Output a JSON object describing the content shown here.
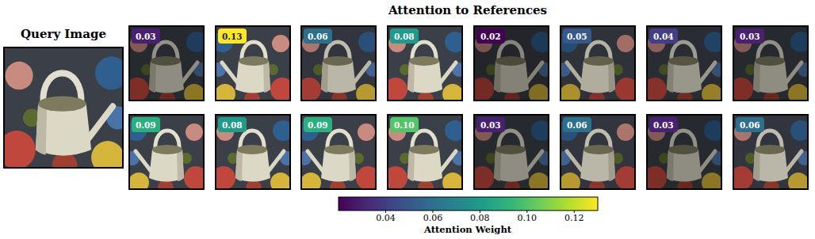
{
  "diagram": {
    "title": "Attention to References",
    "nodes": [
      {
        "text": [
          "Query Image"
        ]
      },
      {
        "text": [
          "0.03"
        ]
      },
      {
        "text": [
          "0.13"
        ]
      },
      {
        "text": [
          "0.06"
        ]
      },
      {
        "text": [
          "0.08"
        ]
      },
      {
        "text": [
          "0.02"
        ]
      },
      {
        "text": [
          "0.05"
        ]
      },
      {
        "text": [
          "0.04"
        ]
      },
      {
        "text": [
          "0.03"
        ]
      },
      {
        "text": [
          "0.09"
        ]
      },
      {
        "text": [
          "0.08"
        ]
      },
      {
        "text": [
          "0.09"
        ]
      },
      {
        "text": [
          "0.10"
        ]
      },
      {
        "text": [
          "0.03"
        ]
      },
      {
        "text": [
          "0.06"
        ]
      },
      {
        "text": [
          "0.03"
        ]
      },
      {
        "text": [
          "0.06"
        ]
      }
    ],
    "labels": [
      "0.04",
      "0.06",
      "0.08",
      "0.10",
      "0.12",
      "Attention Weight"
    ]
  }
}
